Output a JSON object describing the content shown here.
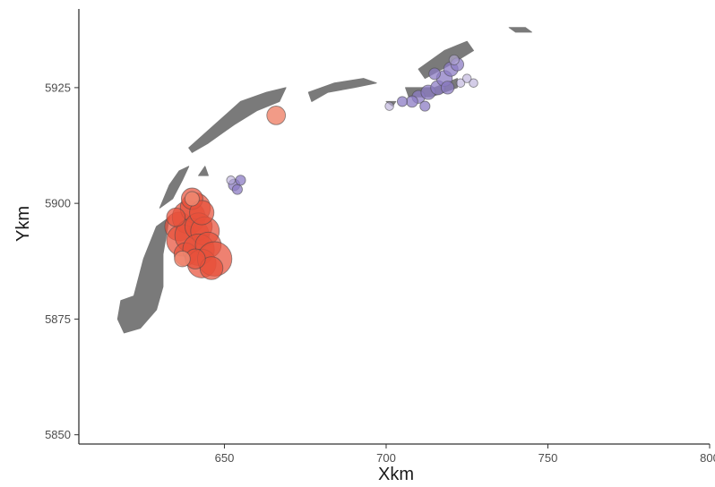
{
  "chart_data": {
    "type": "scatter",
    "title": "",
    "xlabel": "Xkm",
    "ylabel": "Ykm",
    "xlim": [
      605,
      800
    ],
    "ylim": [
      5848,
      5942
    ],
    "x_ticks": [
      650,
      700,
      750,
      800
    ],
    "y_ticks": [
      5850,
      5875,
      5900,
      5925
    ],
    "x_tick_labels": [
      "650",
      "700",
      "750",
      "800"
    ],
    "y_tick_labels": [
      "5850",
      "5875",
      "5900",
      "5925"
    ],
    "grid": false,
    "legend": "none",
    "colors": {
      "land": "#7a7a7a",
      "series_red_fill": "#e8513a",
      "series_salmon_fill": "#f08a72",
      "series_purple_fill": "#8c7cc4",
      "series_lavender_fill": "#b8acd8",
      "marker_stroke": "#4a4a4a",
      "axis": "#333333"
    },
    "land_polygons": [
      [
        [
          622,
          5880
        ],
        [
          625,
          5888
        ],
        [
          629,
          5895
        ],
        [
          633,
          5897
        ],
        [
          631,
          5889
        ],
        [
          631,
          5882
        ],
        [
          629,
          5877
        ],
        [
          624,
          5873
        ],
        [
          619,
          5872
        ],
        [
          617,
          5875
        ],
        [
          618,
          5879
        ]
      ],
      [
        [
          630,
          5899
        ],
        [
          633,
          5904
        ],
        [
          636,
          5907
        ],
        [
          639,
          5908
        ],
        [
          637,
          5905
        ],
        [
          634,
          5901
        ]
      ],
      [
        [
          642,
          5906
        ],
        [
          644,
          5908
        ],
        [
          645,
          5906
        ]
      ],
      [
        [
          639,
          5912
        ],
        [
          647,
          5917
        ],
        [
          655,
          5922
        ],
        [
          663,
          5924
        ],
        [
          669,
          5925
        ],
        [
          667,
          5922
        ],
        [
          660,
          5920
        ],
        [
          653,
          5917
        ],
        [
          645,
          5913
        ],
        [
          640,
          5911
        ]
      ],
      [
        [
          676,
          5924
        ],
        [
          684,
          5926
        ],
        [
          693,
          5927
        ],
        [
          697,
          5926
        ],
        [
          690,
          5925
        ],
        [
          682,
          5924
        ],
        [
          677,
          5922
        ]
      ],
      [
        [
          710,
          5929
        ],
        [
          718,
          5933
        ],
        [
          725,
          5935
        ],
        [
          727,
          5933
        ],
        [
          720,
          5930
        ],
        [
          712,
          5927
        ]
      ],
      [
        [
          706,
          5925
        ],
        [
          715,
          5925
        ],
        [
          722,
          5927
        ],
        [
          722,
          5925
        ],
        [
          714,
          5923
        ],
        [
          707,
          5923
        ]
      ],
      [
        [
          738,
          5938
        ],
        [
          743,
          5938
        ],
        [
          745,
          5937
        ],
        [
          740,
          5937
        ]
      ],
      [
        [
          700,
          5922
        ],
        [
          703,
          5922
        ],
        [
          702,
          5921
        ]
      ]
    ],
    "series": [
      {
        "group": "red",
        "points": [
          {
            "x": 636,
            "y": 5895,
            "size": 2.0
          },
          {
            "x": 639,
            "y": 5897,
            "size": 2.3
          },
          {
            "x": 641,
            "y": 5899,
            "size": 2.1
          },
          {
            "x": 640,
            "y": 5901,
            "size": 1.5
          },
          {
            "x": 637,
            "y": 5892,
            "size": 2.2
          },
          {
            "x": 640,
            "y": 5893,
            "size": 2.4
          },
          {
            "x": 642,
            "y": 5895,
            "size": 1.9
          },
          {
            "x": 644,
            "y": 5894,
            "size": 2.0
          },
          {
            "x": 638,
            "y": 5889,
            "size": 1.6
          },
          {
            "x": 642,
            "y": 5890,
            "size": 2.2
          },
          {
            "x": 645,
            "y": 5891,
            "size": 1.8
          },
          {
            "x": 643,
            "y": 5887,
            "size": 2.0
          },
          {
            "x": 647,
            "y": 5888,
            "size": 2.4
          },
          {
            "x": 646,
            "y": 5886,
            "size": 1.6
          },
          {
            "x": 641,
            "y": 5888,
            "size": 1.4
          },
          {
            "x": 635,
            "y": 5897,
            "size": 1.3
          },
          {
            "x": 643,
            "y": 5898,
            "size": 1.7
          }
        ]
      },
      {
        "group": "salmon",
        "points": [
          {
            "x": 666,
            "y": 5919,
            "size": 1.3
          },
          {
            "x": 640,
            "y": 5901,
            "size": 1.0
          },
          {
            "x": 637,
            "y": 5888,
            "size": 1.1
          }
        ]
      },
      {
        "group": "purple",
        "points": [
          {
            "x": 653,
            "y": 5904,
            "size": 0.8
          },
          {
            "x": 654,
            "y": 5903,
            "size": 0.7
          },
          {
            "x": 655,
            "y": 5905,
            "size": 0.7
          },
          {
            "x": 710,
            "y": 5923,
            "size": 0.9
          },
          {
            "x": 713,
            "y": 5924,
            "size": 1.0
          },
          {
            "x": 716,
            "y": 5925,
            "size": 1.0
          },
          {
            "x": 718,
            "y": 5927,
            "size": 1.1
          },
          {
            "x": 720,
            "y": 5929,
            "size": 1.0
          },
          {
            "x": 722,
            "y": 5930,
            "size": 0.9
          },
          {
            "x": 715,
            "y": 5928,
            "size": 0.8
          },
          {
            "x": 708,
            "y": 5922,
            "size": 0.8
          },
          {
            "x": 705,
            "y": 5922,
            "size": 0.7
          },
          {
            "x": 712,
            "y": 5921,
            "size": 0.7
          },
          {
            "x": 719,
            "y": 5925,
            "size": 0.9
          }
        ]
      },
      {
        "group": "lavender",
        "points": [
          {
            "x": 701,
            "y": 5921,
            "size": 0.6
          },
          {
            "x": 723,
            "y": 5926,
            "size": 0.6
          },
          {
            "x": 727,
            "y": 5926,
            "size": 0.6
          },
          {
            "x": 725,
            "y": 5927,
            "size": 0.6
          },
          {
            "x": 721,
            "y": 5931,
            "size": 0.7
          },
          {
            "x": 652,
            "y": 5905,
            "size": 0.6
          }
        ]
      }
    ]
  }
}
